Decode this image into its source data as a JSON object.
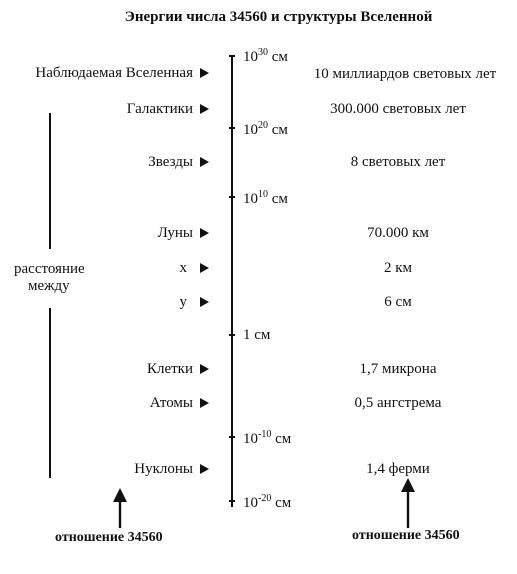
{
  "title": "Энергии числа 34560 и структуры Вселенной",
  "items": [
    {
      "name": "Наблюдаемая Вселенная",
      "value": "10 миллиардов световых лет"
    },
    {
      "name": "Галактики",
      "value": "300.000 световых лет"
    },
    {
      "name": "Звезды",
      "value": "8 световых лет"
    },
    {
      "name": "Луны",
      "value": "70.000 км"
    },
    {
      "name": "x",
      "value": "2 км"
    },
    {
      "name": "y",
      "value": "6 см"
    },
    {
      "name": "Клетки",
      "value": "1,7 микрона"
    },
    {
      "name": "Атомы",
      "value": "0,5 ангстрема"
    },
    {
      "name": "Нуклоны",
      "value": "1,4 ферми"
    }
  ],
  "scale": [
    {
      "base": "10",
      "exp": "30",
      "unit": "см"
    },
    {
      "base": "10",
      "exp": "20",
      "unit": "см"
    },
    {
      "base": "10",
      "exp": "10",
      "unit": "см"
    },
    {
      "base": "1",
      "exp": "",
      "unit": "см"
    },
    {
      "base": "10",
      "exp": "-10",
      "unit": "см"
    },
    {
      "base": "10",
      "exp": "-20",
      "unit": "см"
    }
  ],
  "side_label": {
    "line1": "расстояние",
    "line2": "между"
  },
  "footer": {
    "left": "отношение 34560",
    "right": "отношение 34560"
  }
}
